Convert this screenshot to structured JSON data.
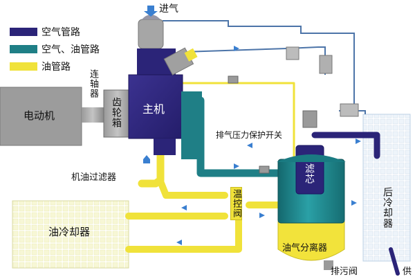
{
  "legend": [
    {
      "label": "空气管路",
      "color": "#2b2478"
    },
    {
      "label": "空气、油管路",
      "color": "#1f7f86"
    },
    {
      "label": "油管路",
      "color": "#f0e23a"
    }
  ],
  "labels": {
    "inlet": "进气",
    "motor": "电动机",
    "coupling": "连轴器",
    "gearbox": "齿轮箱",
    "main_unit": "主机",
    "pressure_switch": "排气压力保护开关",
    "oil_filter": "机油过滤器",
    "thermo_valve": "温控阀",
    "oil_cooler": "油冷却器",
    "filter_core": "滤芯",
    "separator": "油气分离器",
    "after_cooler": "后冷却器",
    "drain_valve": "排污阀",
    "supply": "供"
  },
  "colors": {
    "air": "#2b2478",
    "air_oil": "#1f7f86",
    "oil": "#f0e23a",
    "arrow": "#3a7fd0",
    "grey": "#8c8c8c",
    "grid": "#dde8f2"
  }
}
